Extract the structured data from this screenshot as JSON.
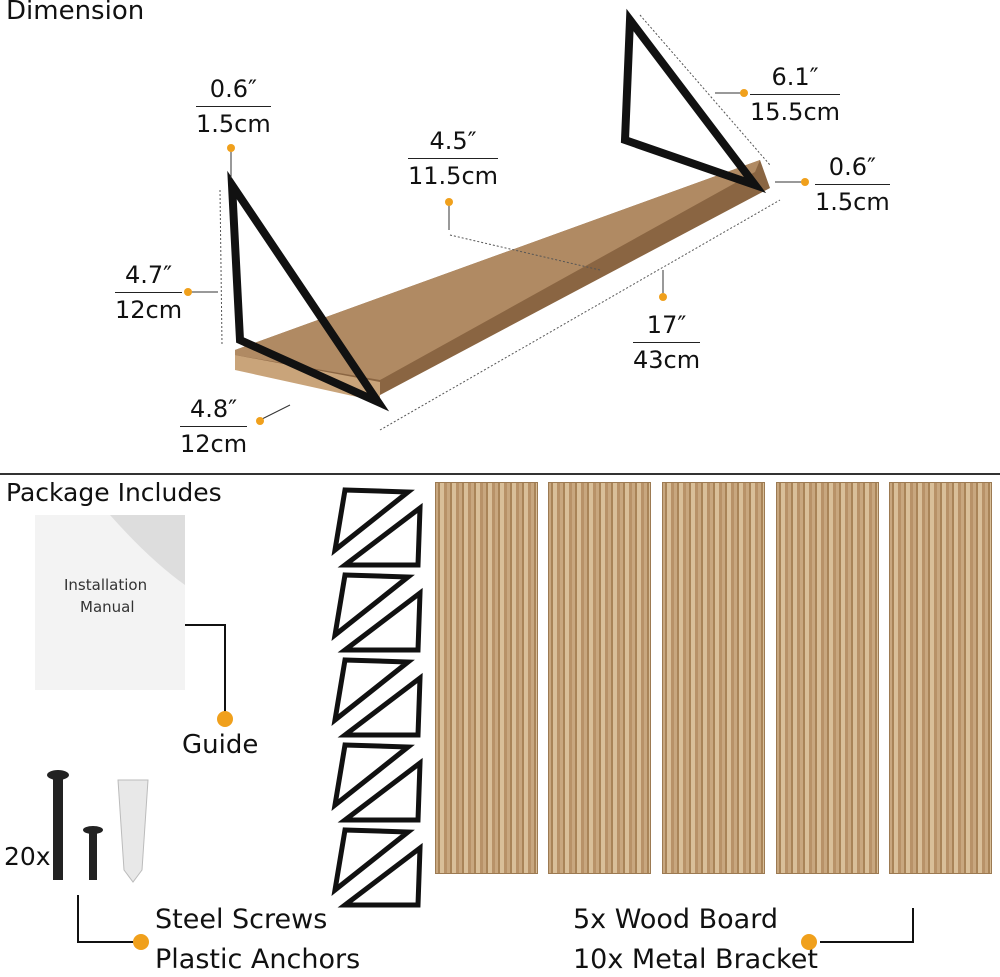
{
  "section_dimension": "Dimension",
  "section_package": "Package Includes",
  "dims": {
    "bracket_thick": {
      "in": "0.6″",
      "cm": "1.5cm"
    },
    "bracket_side": {
      "in": "6.1″",
      "cm": "15.5cm"
    },
    "board_thick": {
      "in": "0.6″",
      "cm": "1.5cm"
    },
    "depth": {
      "in": "4.5″",
      "cm": "11.5cm"
    },
    "height": {
      "in": "4.7″",
      "cm": "12cm"
    },
    "length": {
      "in": "17″",
      "cm": "43cm"
    },
    "width": {
      "in": "4.8″",
      "cm": "12cm"
    }
  },
  "manual": {
    "line1": "Installation",
    "line2": "Manual",
    "label": "Guide"
  },
  "screws": {
    "count": "20x",
    "label1": "Steel Screws",
    "label2": "Plastic Anchors"
  },
  "boards": {
    "label1": "5x Wood Board",
    "label2": "10x Metal Bracket"
  },
  "accent": "#f0a01c"
}
